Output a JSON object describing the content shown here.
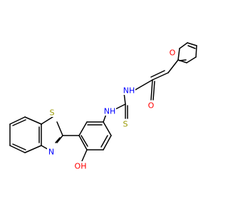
{
  "colors": {
    "bond": "#000000",
    "O": "#ff0000",
    "N": "#0000ff",
    "S": "#999900"
  },
  "atoms": [
    {
      "id": "o_furan",
      "element": "O",
      "label": "O",
      "color_key": "O"
    },
    {
      "id": "o_carbonyl",
      "element": "O",
      "label": "O",
      "color_key": "O"
    },
    {
      "id": "nh_amide",
      "element": "N",
      "label": "NH",
      "color_key": "N"
    },
    {
      "id": "nh_aryl",
      "element": "N",
      "label": "NH",
      "color_key": "N"
    },
    {
      "id": "s_thione",
      "element": "S",
      "label": "S",
      "color_key": "S"
    },
    {
      "id": "s_thiazole",
      "element": "S",
      "label": "S",
      "color_key": "S"
    },
    {
      "id": "n_thiazole",
      "element": "N",
      "label": "N",
      "color_key": "N"
    },
    {
      "id": "oh_phenol",
      "element": "O",
      "label": "OH",
      "color_key": "O"
    }
  ]
}
